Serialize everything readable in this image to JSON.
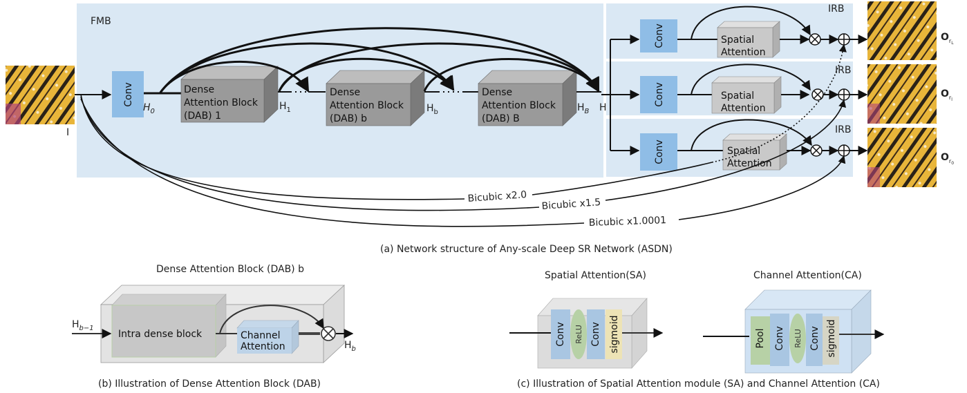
{
  "fmb_label": "FMB",
  "irb_label": "IRB",
  "input_label": "I",
  "conv_label": "Conv",
  "h0_label": "H",
  "h0_sub": "0",
  "dab1_lines": [
    "Dense",
    "Attention Block",
    "(DAB) 1"
  ],
  "dabb_lines": [
    "Dense",
    "Attention Block",
    "(DAB) b"
  ],
  "dabB_lines": [
    "Dense",
    "Attention Block",
    "(DAB) B"
  ],
  "h1_label": "H",
  "h1_sub": "1",
  "hb_label": "H",
  "hb_sub": "b",
  "hB_label": "H",
  "hB_sub": "B",
  "h_label": "H",
  "sa_lines": [
    "Spatial",
    "Attention"
  ],
  "out_main": "O",
  "out_subs": [
    "r",
    "r",
    "r"
  ],
  "out_subsubs": [
    "L",
    "l",
    "0"
  ],
  "bicubic_labels": [
    "Bicubic x2.0",
    "Bicubic x1.5",
    "Bicubic x1.0001"
  ],
  "caption_a": "(a)   Network structure of Any-scale Deep SR Network (ASDN)",
  "dab_title": "Dense Attention Block (DAB) b",
  "dab_in": "H",
  "dab_in_sub": "b−1",
  "intra_label": "Intra dense block",
  "ca_box_lines": [
    "Channel",
    "Attention"
  ],
  "dab_out": "H",
  "dab_out_sub": "b",
  "caption_b": "(b)   Illustration of  Dense Attention Block (DAB)",
  "sa_title": "Spatial  Attention(SA)",
  "ca_title": "Channel Attention(CA)",
  "sa_layers": [
    "Conv",
    "ReLU",
    "Conv",
    "sigmoid"
  ],
  "ca_layers": [
    "Pool",
    "Conv",
    "ReLU",
    "Conv",
    "sigmoid"
  ],
  "caption_c": "(c)   Illustration of  Spatial Attention module (SA) and Channel Attention (CA)",
  "colors": {
    "panel": "#dae8f4",
    "conv": "#8fbde6",
    "dab_front": "#9a9a9a",
    "dab_side": "#7b7b7b",
    "dab_top": "#bdbdbd",
    "sa_front": "#c9c9c9",
    "ca_outer": "#cfe1f3",
    "green": "#b7d1a6",
    "yellow": "#ede3b5"
  }
}
